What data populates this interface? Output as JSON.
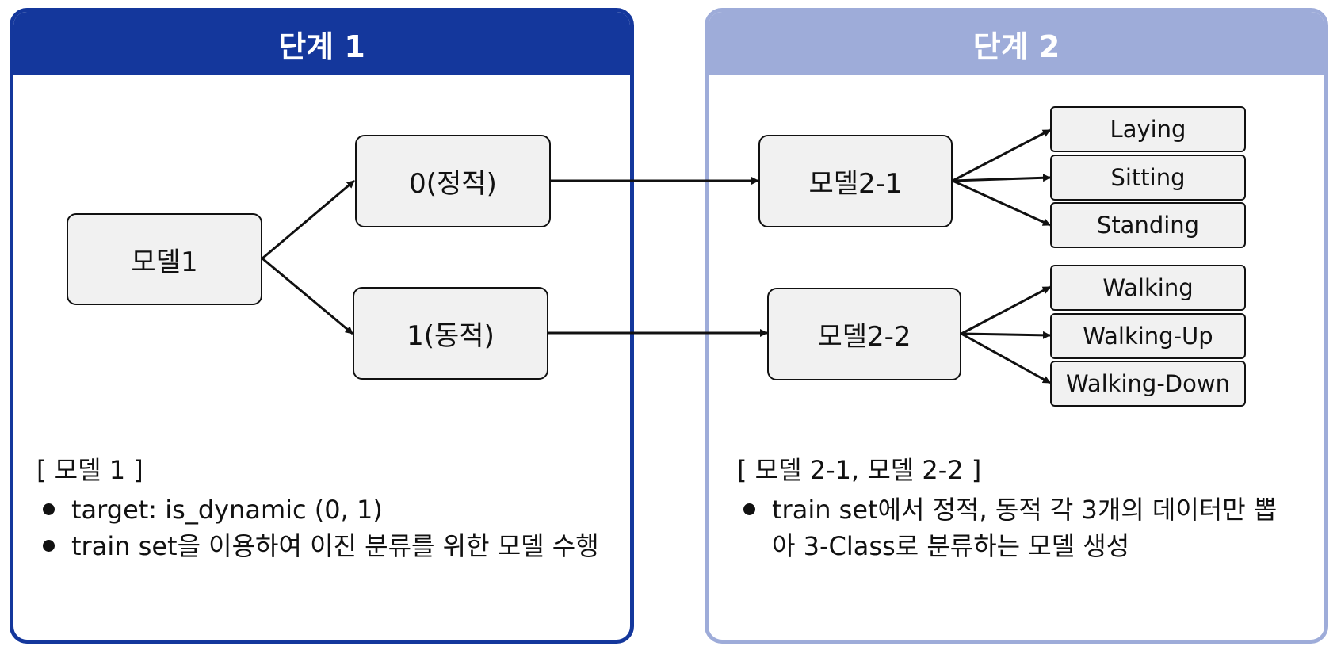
{
  "stage1": {
    "title": "단계 1",
    "nodes": {
      "model1": "모델1",
      "static": "0(정적)",
      "dynamic": "1(동적)"
    },
    "note": {
      "heading": "[ 모델 1 ]",
      "bullets": [
        "target: is_dynamic (0, 1)",
        "train set을 이용하여 이진 분류를 위한 모델 수행"
      ]
    }
  },
  "stage2": {
    "title": "단계 2",
    "nodes": {
      "model21": "모델2-1",
      "model22": "모델2-2"
    },
    "leaves_static": [
      "Laying",
      "Sitting",
      "Standing"
    ],
    "leaves_dynamic": [
      "Walking",
      "Walking-Up",
      "Walking-Down"
    ],
    "note": {
      "heading": "[ 모델 2-1, 모델 2-2 ]",
      "bullets": [
        "train set에서 정적, 동적 각 3개의 데이터만 뽑아 3-Class로 분류하는 모델 생성"
      ]
    }
  }
}
